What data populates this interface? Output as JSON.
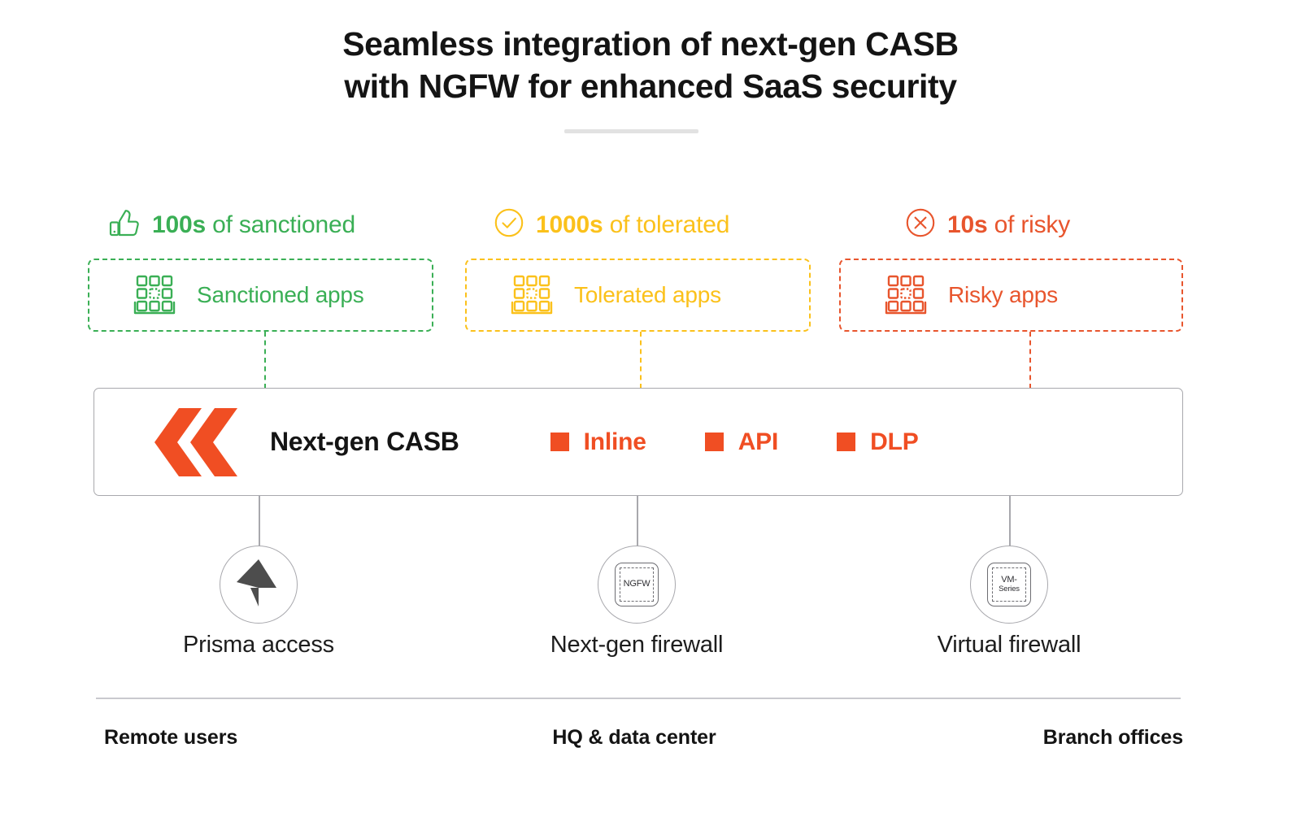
{
  "title": "Seamless integration of next-gen CASB\nwith NGFW for enhanced SaaS security",
  "colors": {
    "green": "#3aaf55",
    "yellow": "#fbc11b",
    "red": "#e8552d",
    "orange": "#f04e23",
    "gray_line": "#a8a8ad",
    "dark": "#141414"
  },
  "categories": [
    {
      "head_count": "100s",
      "head_rest": " of sanctioned",
      "head_icon": "thumbs-up-icon",
      "box_label": "Sanctioned apps",
      "box_icon": "apps-grid-icon",
      "color": "#3aaf55"
    },
    {
      "head_count": "1000s",
      "head_rest": " of tolerated",
      "head_icon": "check-circle-icon",
      "box_label": "Tolerated apps",
      "box_icon": "apps-grid-icon",
      "color": "#fbc11b"
    },
    {
      "head_count": "10s",
      "head_rest": " of risky",
      "head_icon": "x-circle-icon",
      "box_label": "Risky apps",
      "box_icon": "apps-grid-icon",
      "color": "#e8552d"
    }
  ],
  "casb": {
    "logo_icon": "palo-alto-networks-logo",
    "title": "Next-gen CASB",
    "capabilities": [
      {
        "label": "Inline"
      },
      {
        "label": "API"
      },
      {
        "label": "DLP"
      }
    ]
  },
  "nodes": [
    {
      "icon": "prisma-access-icon",
      "label": "Prisma access",
      "chip_line1": "",
      "chip_line2": ""
    },
    {
      "icon": "ngfw-chip-icon",
      "label": "Next-gen firewall",
      "chip_line1": "NGFW",
      "chip_line2": ""
    },
    {
      "icon": "vm-series-chip-icon",
      "label": "Virtual firewall",
      "chip_line1": "VM-",
      "chip_line2": "Series"
    }
  ],
  "footer": [
    {
      "label": "Remote users"
    },
    {
      "label": "HQ & data center"
    },
    {
      "label": "Branch offices"
    }
  ]
}
